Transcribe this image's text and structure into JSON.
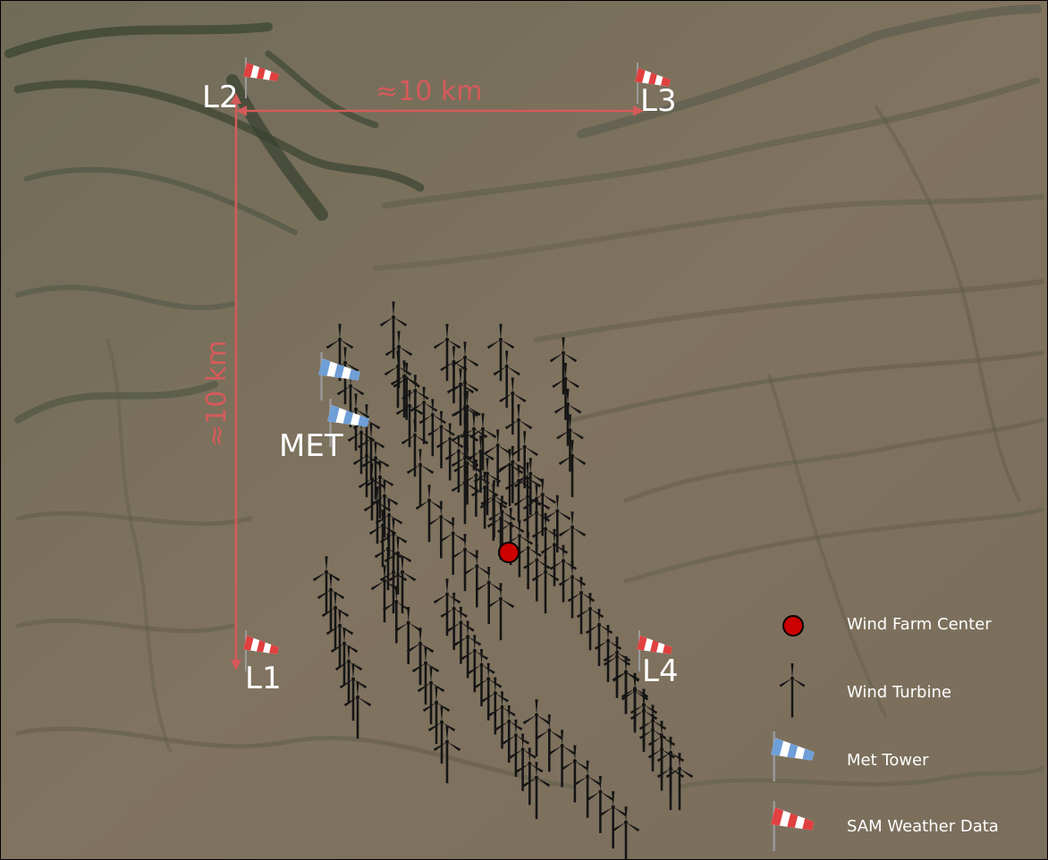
{
  "colors": {
    "terrain": "#7e7361",
    "terrain_dark": "#5f5848",
    "vegetation": "#3f4a35",
    "distance_line": "#d65a5a",
    "wind_farm_center": "#cc0000",
    "turbine": "#1a1a1a",
    "label": "#ffffff"
  },
  "icons": {
    "sam_weather": "red-white-windsock-icon",
    "met_tower": "blue-white-windsock-icon",
    "turbine": "wind-turbine-icon",
    "center": "red-dot-icon"
  },
  "map": {
    "locations": {
      "l1": "L1",
      "l2": "L2",
      "l3": "L3",
      "l4": "L4",
      "met": "MET"
    },
    "distance_horizontal": "≈10 km",
    "distance_vertical": "≈10 km"
  },
  "legend": {
    "wind_farm_center": "Wind Farm Center",
    "wind_turbine": "Wind Turbine",
    "met_tower": "Met Tower",
    "sam_weather": "SAM Weather Data"
  }
}
